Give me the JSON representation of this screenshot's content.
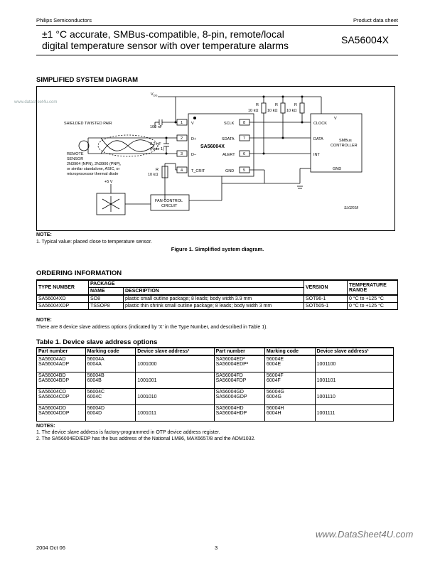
{
  "header": {
    "company": "Philips Semiconductors",
    "doc_type": "Product data sheet",
    "title_line1": "±1 °C accurate, SMBus-compatible, 8-pin, remote/local",
    "title_line2": "digital temperature sensor with over temperature alarms",
    "part_number": "SA56004X"
  },
  "watermark_top": "www.datasheet4u.com",
  "diagram": {
    "section_title": "SIMPLIFIED SYSTEM DIAGRAM",
    "vdd": "V",
    "vdd_sub": "DD",
    "shielded": "SHIELDED TWISTED PAIR",
    "cap1": "100 nF",
    "cap2_l1": "2.2 nF",
    "cap2_l2": "(Note 1)",
    "remote_l1": "REMOTE",
    "remote_l2": "SENSOR",
    "remote_l3": "2N3904 (NPN), 2N3906 (PNP),",
    "remote_l4": "or similar standalone, ASIC, or",
    "remote_l5": "microprocessor thermal diode",
    "chip": "SA56004X",
    "pins_left": [
      "1",
      "2",
      "3",
      "4"
    ],
    "pins_left_names": [
      "V",
      "D+",
      "D–",
      "T_CRIT"
    ],
    "pins_right": [
      "8",
      "7",
      "6",
      "5"
    ],
    "pins_right_names": [
      "SCLK",
      "SDATA",
      "ALERT",
      "GND"
    ],
    "r_label": "R",
    "r_val": "10 kΩ",
    "plus5v": "+5 V",
    "fan_l1": "FAN CONTROL",
    "fan_l2": "CIRCUIT",
    "ctrl_vdd": "V",
    "ctrl_clock": "CLOCK",
    "ctrl_data": "DATA",
    "ctrl_int": "INT",
    "ctrl_gnd": "GND",
    "ctrl_name_l1": "SMBus",
    "ctrl_name_l2": "CONTROLLER",
    "code": "SL02018"
  },
  "note1": {
    "heading": "NOTE:",
    "text": "1.   Typical value: placed close to temperature sensor."
  },
  "figure_caption": "Figure 1.  Simplified system diagram.",
  "ordering": {
    "section_title": "ORDERING INFORMATION",
    "h_type": "TYPE NUMBER",
    "h_package": "PACKAGE",
    "h_name": "NAME",
    "h_desc": "DESCRIPTION",
    "h_version": "VERSION",
    "h_temp_l1": "TEMPERATURE",
    "h_temp_l2": "RANGE",
    "rows": [
      {
        "type": "SA56004XD",
        "name": "SO8",
        "desc": "plastic small outline package; 8 leads; body width 3.9 mm",
        "version": "SOT96-1",
        "temp": "0 °C to +125 °C"
      },
      {
        "type": "SA56004XDP",
        "name": "TSSOP8",
        "desc": "plastic thin shrink small outline package; 8 leads; body width 3 mm",
        "version": "SOT505-1",
        "temp": "0 °C to +125 °C"
      }
    ],
    "note_heading": "NOTE:",
    "note_text": "There are 8 device slave address options (indicated by 'X' in the Type Number, and described in Table 1)."
  },
  "table1": {
    "caption": "Table 1.  Device slave address options",
    "h_part": "Part number",
    "h_mark": "Marking code",
    "h_addr": "Device slave address¹",
    "rows": [
      {
        "p1a": "SA56004AD",
        "p1b": "SA56004ADP",
        "m1a": "56004A",
        "m1b": "6004A",
        "a1": "1001000",
        "p2a": "SA56004ED²",
        "p2b": "SA56004EDP²",
        "m2a": "56004E",
        "m2b": "6004E",
        "a2": "1001100"
      },
      {
        "p1a": "SA56004BD",
        "p1b": "SA56004BDP",
        "m1a": "56004B",
        "m1b": "6004B",
        "a1": "1001001",
        "p2a": "SA56004FD",
        "p2b": "SA56004FDP",
        "m2a": "56004F",
        "m2b": "6004F",
        "a2": "1001101"
      },
      {
        "p1a": "SA56004CD",
        "p1b": "SA56004CDP",
        "m1a": "56004C",
        "m1b": "6004C",
        "a1": "1001010",
        "p2a": "SA56004GD",
        "p2b": "SA56004GDP",
        "m2a": "56004G",
        "m2b": "6004G",
        "a2": "1001110"
      },
      {
        "p1a": "SA56004DD",
        "p1b": "SA56004DDP",
        "m1a": "56004D",
        "m1b": "6004D",
        "a1": "1001011",
        "p2a": "SA56004HD",
        "p2b": "SA56004HDP",
        "m2a": "56004H",
        "m2b": "6004H",
        "a2": "1001111"
      }
    ],
    "notes_heading": "NOTES:",
    "note1": "1.   The device slave address is factory-programmed in OTP device address register.",
    "note2": "2.   The SA56004ED/EDP has the bus address of the National LM86, MAX6657/8 and the ADM1032."
  },
  "watermark_bottom": "www.DataSheet4U.com",
  "footer": {
    "date": "2004 Oct 06",
    "page": "3"
  }
}
